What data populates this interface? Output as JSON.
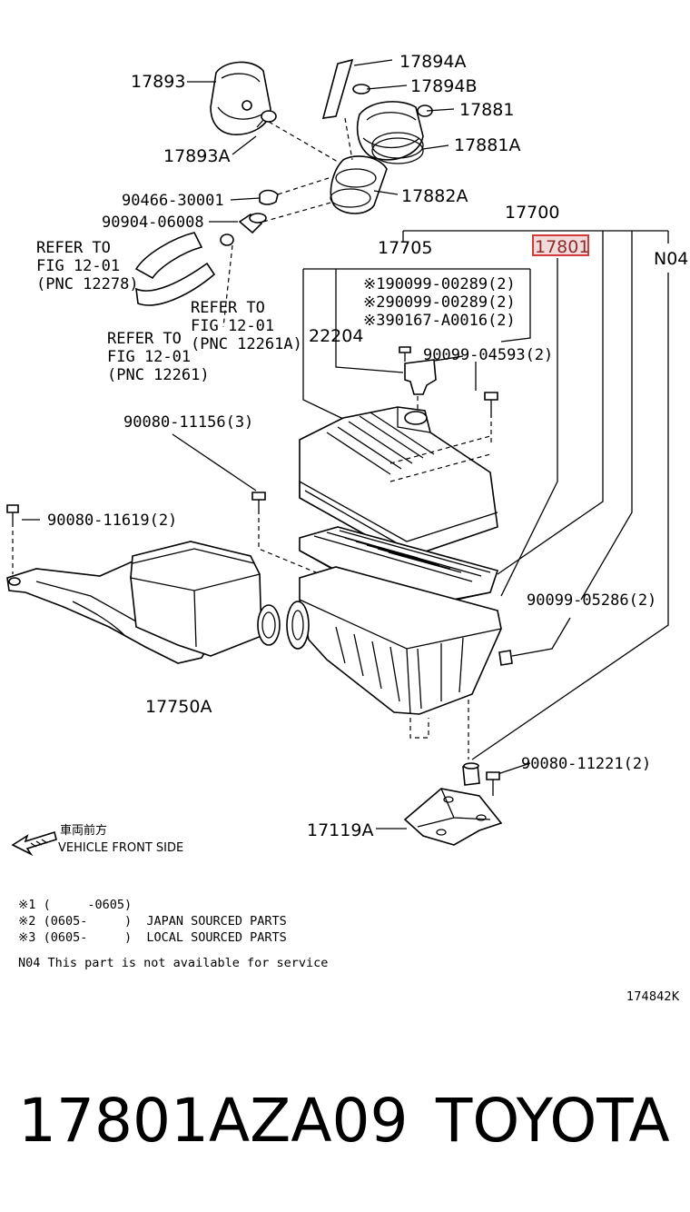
{
  "parts": {
    "p17893": "17893",
    "p17893A": "17893A",
    "p17894A": "17894A",
    "p17894B": "17894B",
    "p17881": "17881",
    "p17881A": "17881A",
    "p17882A": "17882A",
    "p90466": "90466-30001",
    "p90904": "90904-06008",
    "p17700": "17700",
    "p17705": "17705",
    "p17801": "17801",
    "pN04": "N04",
    "p90099_00289_1": "※190099-00289(2)",
    "p90099_00289_2": "※290099-00289(2)",
    "p90167": "※390167-A0016(2)",
    "p22204": "22204",
    "p90099_04593": "90099-04593(2)",
    "p90080_11156": "90080-11156(3)",
    "p90080_11619": "90080-11619(2)",
    "p90099_05286": "90099-05286(2)",
    "p17750A": "17750A",
    "p90080_11221": "90080-11221(2)",
    "p17119A": "17119A"
  },
  "refs": {
    "ref1_l1": "REFER TO",
    "ref1_l2": "FIG 12-01",
    "ref1_l3": "(PNC 12278)",
    "ref2_l1": "REFER TO",
    "ref2_l2": "FIG 12-01",
    "ref2_l3": "(PNC 12261A)",
    "ref3_l1": "REFER TO",
    "ref3_l2": "FIG 12-01",
    "ref3_l3": "(PNC 12261)"
  },
  "front": {
    "jp": "車両前方",
    "en": "VEHICLE FRONT SIDE"
  },
  "notes": {
    "n1": "※1 (     -0605)",
    "n2": "※2 (0605-     )  JAPAN SOURCED PARTS",
    "n3": "※3 (0605-     )  LOCAL SOURCED PARTS",
    "n4": "N04 This part is not available for service"
  },
  "diagram_code": "174842K",
  "footer": {
    "part_number": "17801AZA09",
    "brand": "TOYOTA"
  },
  "colors": {
    "highlight_fill": "#f3dada",
    "highlight_stroke": "#d33a3a"
  }
}
